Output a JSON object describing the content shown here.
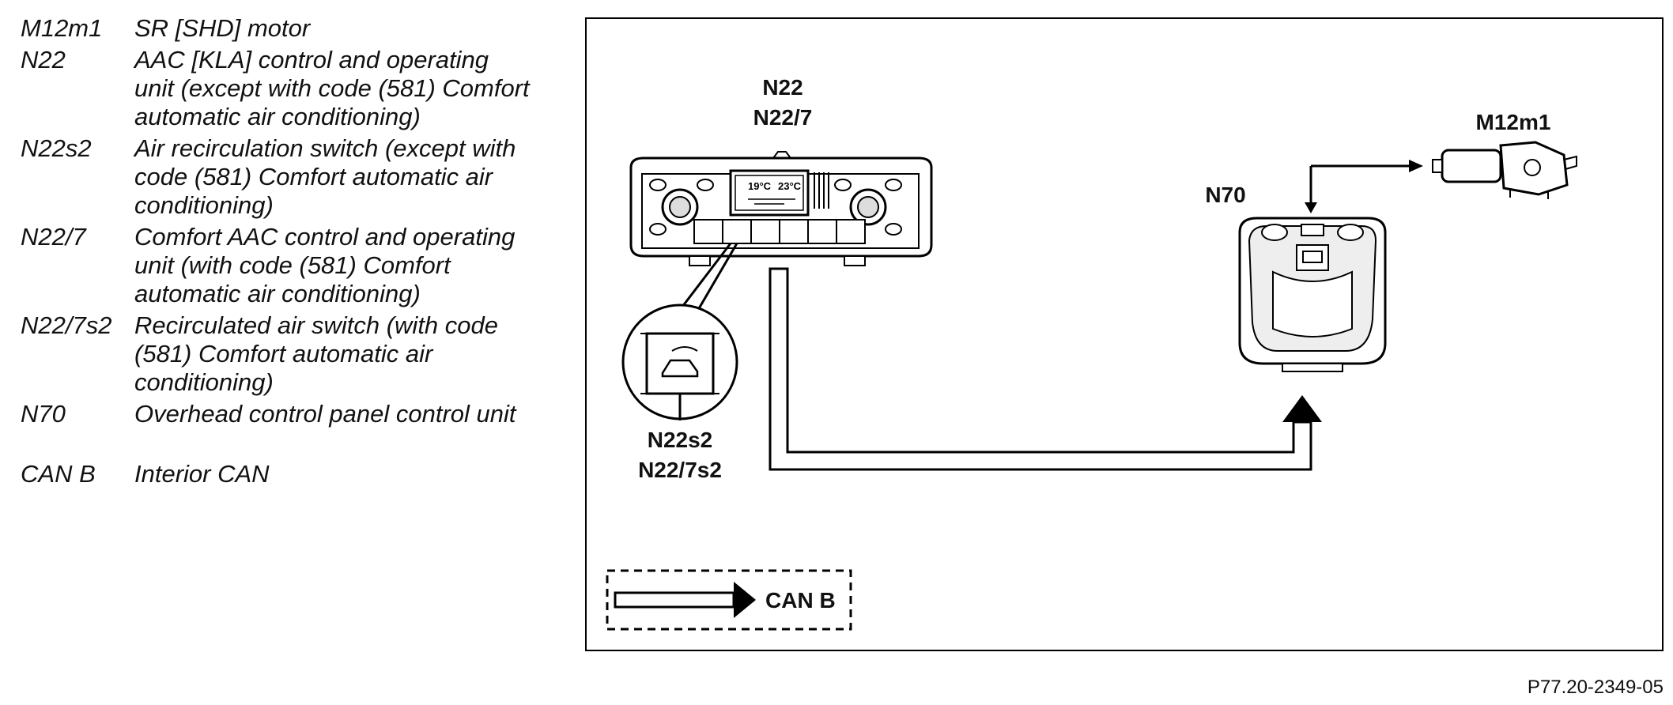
{
  "legend": [
    {
      "code": "M12m1",
      "desc": "SR [SHD] motor"
    },
    {
      "code": "N22",
      "desc": "AAC [KLA] control and operating unit (except with code (581) Comfort automatic air conditioning)"
    },
    {
      "code": "N22s2",
      "desc": "Air recirculation switch (except with code (581) Comfort automatic air conditioning)"
    },
    {
      "code": "N22/7",
      "desc": "Comfort AAC control and operating unit (with code (581) Comfort automatic air conditioning)"
    },
    {
      "code": "N22/7s2",
      "desc": "Recirculated air switch (with code (581) Comfort automatic air conditioning)"
    },
    {
      "code": "N70",
      "desc": "Overhead control panel control unit"
    },
    {
      "code": "CAN B",
      "desc": "Interior CAN"
    }
  ],
  "diagram": {
    "label_n22": "N22",
    "label_n22_7": "N22/7",
    "label_m12m1": "M12m1",
    "label_n70": "N70",
    "label_n22s2": "N22s2",
    "label_n22_7s2": "N22/7s2",
    "display_temp_left": "19°C",
    "display_temp_right": "23°C",
    "can_key_label": "CAN B"
  },
  "figure_ref": "P77.20-2349-05",
  "colors": {
    "line": "#000000",
    "background": "#ffffff"
  }
}
